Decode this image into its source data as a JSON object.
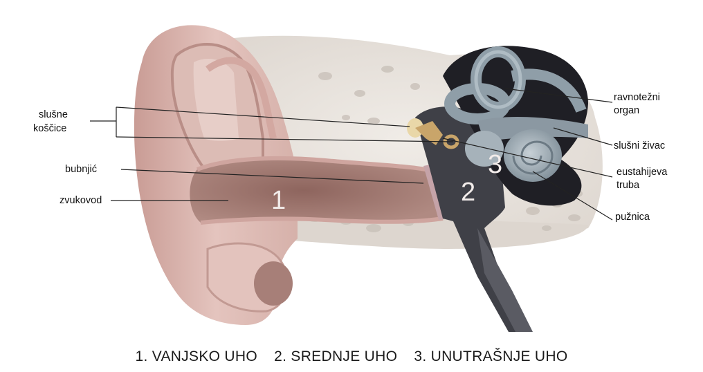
{
  "diagram": {
    "labels": {
      "slusne_koscice_line1": "slušne",
      "slusne_koscice_line2": "koščice",
      "bubnjic": "bubnjić",
      "zvukovod": "zvukovod",
      "ravnotezni_line1": "ravnotežni",
      "ravnotezni_line2": "organ",
      "slusni_zivac": "slušni živac",
      "eustahijeva_line1": "eustahijeva",
      "eustahijeva_line2": "truba",
      "puznica": "pužnica"
    },
    "region_numbers": {
      "outer": "1",
      "middle": "2",
      "inner": "3"
    },
    "caption": {
      "outer": "1. VANJSKO UHO",
      "middle": "2. SREDNJE UHO",
      "inner": "3. UNUTRAŠNJE UHO"
    },
    "colors": {
      "skin": "#e3c3bd",
      "skin_dark": "#b88a84",
      "canal": "#a98178",
      "bone": "#e9e4de",
      "middle_ear_cavity": "#3f4047",
      "inner_ear_dark": "#1d1d22",
      "cochlea": "#9aa7b0"
    }
  }
}
